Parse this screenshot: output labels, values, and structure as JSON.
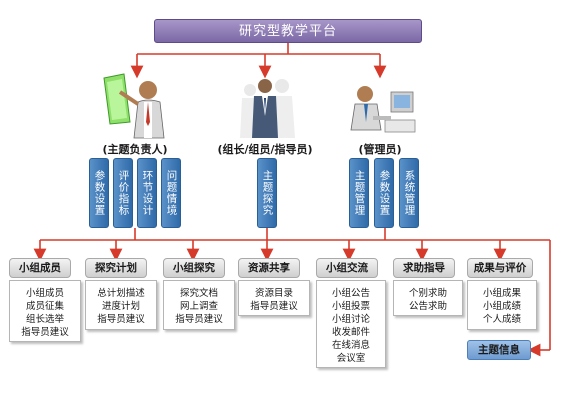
{
  "platform_title": "研究型教学平台",
  "roles": [
    {
      "label": "(主题负责人)",
      "buttons": [
        "参数设置",
        "评价指标",
        "环节设计",
        "问题情境"
      ]
    },
    {
      "label": "(组长/组员/指导员)",
      "buttons": [
        "主题探究"
      ]
    },
    {
      "label": "(管理员)",
      "buttons": [
        "主题管理",
        "参数设置",
        "系统管理"
      ]
    }
  ],
  "categories": [
    {
      "head": "小组成员",
      "items": [
        "小组成员",
        "成员征集",
        "组长选举",
        "指导员建议"
      ]
    },
    {
      "head": "探究计划",
      "items": [
        "总计划描述",
        "进度计划",
        "指导员建议"
      ]
    },
    {
      "head": "小组探究",
      "items": [
        "探究文档",
        "网上调查",
        "指导员建议"
      ]
    },
    {
      "head": "资源共享",
      "items": [
        "资源目录",
        "指导员建议"
      ]
    },
    {
      "head": "小组交流",
      "items": [
        "小组公告",
        "小组投票",
        "小组讨论",
        "收发邮件",
        "在线消息",
        "会议室"
      ]
    },
    {
      "head": "求助指导",
      "items": [
        "个别求助",
        "公告求助"
      ]
    },
    {
      "head": "成果与评价",
      "items": [
        "小组成果",
        "小组成绩",
        "个人成绩"
      ]
    }
  ],
  "topic_info": "主题信息",
  "colors": {
    "connector": "#d63a2a",
    "title_bg": "#8e7bb8",
    "button_blue": "#3f7bbd"
  }
}
